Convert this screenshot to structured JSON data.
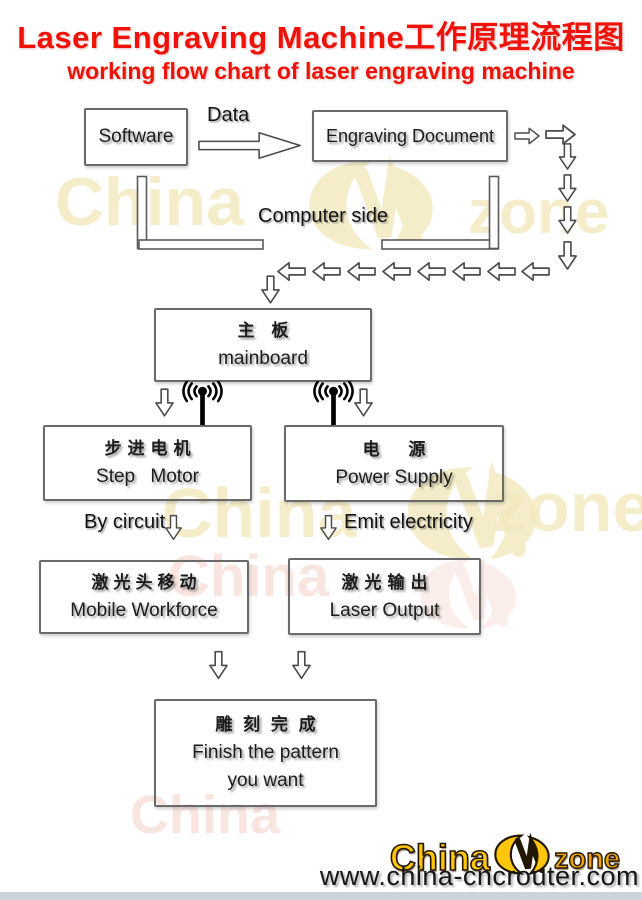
{
  "title": "Laser Engraving Machine工作原理流程图",
  "subtitle": "working flow chart of laser engraving machine",
  "labels": {
    "data": "Data",
    "computer_side": "Computer side",
    "by_circuit": "By circuit",
    "emit_electricity": "Emit electricity"
  },
  "boxes": {
    "software": "Software",
    "engraving_document": "Engraving Document",
    "mainboard_cn": "主 板",
    "mainboard_en": "mainboard",
    "step_motor_cn": "步进电机",
    "step_motor_en": "Step Motor",
    "power_supply_cn": "电 源",
    "power_supply_en": "Power Supply",
    "mobile_workforce_cn": "激光头移动",
    "mobile_workforce_en": "Mobile Workforce",
    "laser_output_cn": "激光输出",
    "laser_output_en": "Laser Output",
    "finish_cn": "雕 刻 完 成",
    "finish_en_line1": "Finish the pattern",
    "finish_en_line2": "you want"
  },
  "watermark": {
    "china": "China",
    "zone": "zone"
  },
  "footer": {
    "logo_china": "China",
    "logo_zone": "zone",
    "url": "www.china-cncrouter.com"
  },
  "colors": {
    "title_red": "#ee1208",
    "box_border_gray": "#6a6a6a",
    "arrow_outline_gray": "#4b4b4b",
    "logo_yellow": "#ffc60a",
    "logo_orange": "#f0a305",
    "watermark_cream": "#f3e9bd",
    "watermark_pink": "#f6d5cc"
  }
}
